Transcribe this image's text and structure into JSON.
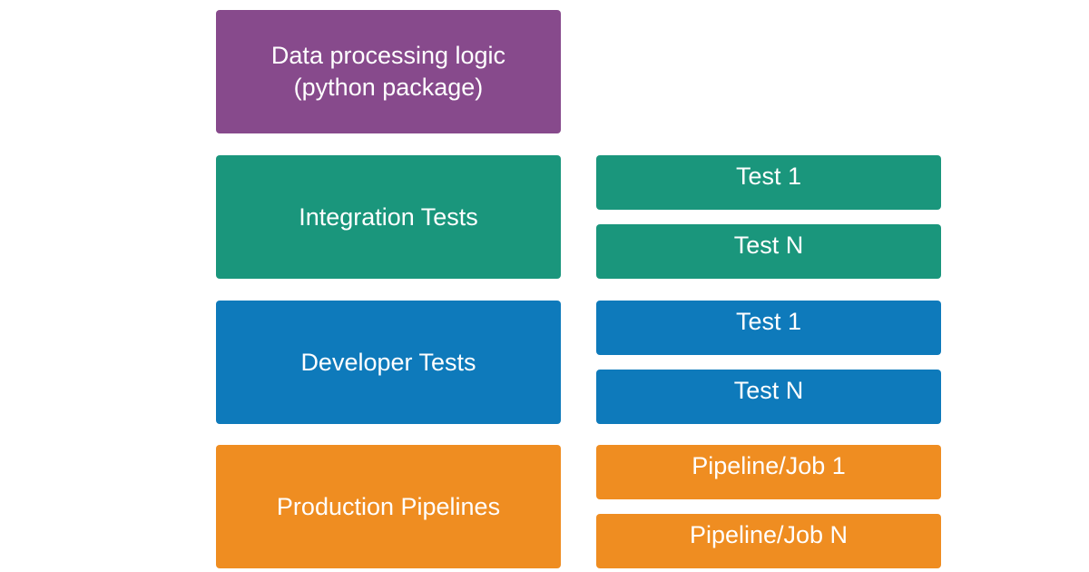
{
  "diagram": {
    "core": {
      "line1": "Data processing logic",
      "line2": "(python package)",
      "color": "#874a8c"
    },
    "integration": {
      "label": "Integration Tests",
      "color": "#1a967c",
      "items": [
        "Test 1",
        "Test N"
      ]
    },
    "developer": {
      "label": "Developer Tests",
      "color": "#0e7abb",
      "items": [
        "Test 1",
        "Test N"
      ]
    },
    "production": {
      "label": "Production Pipelines",
      "color": "#ef8d21",
      "items": [
        "Pipeline/Job 1",
        "Pipeline/Job N"
      ]
    }
  }
}
